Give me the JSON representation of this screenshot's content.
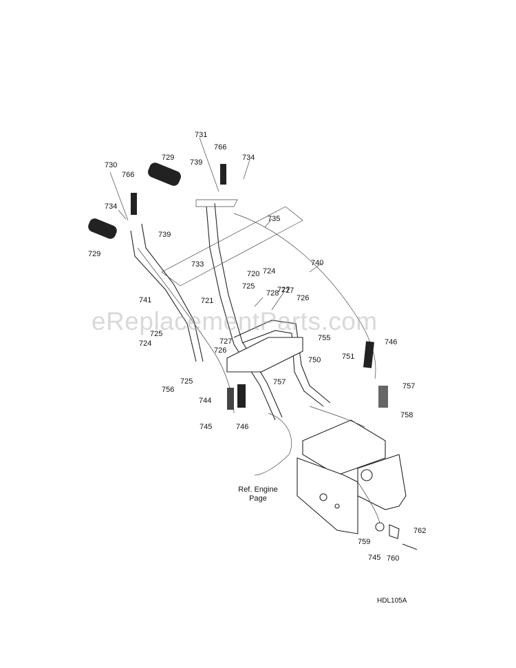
{
  "watermark": "eReplacementParts.com",
  "drawing_code": "HDL105A",
  "reference_note": "Ref. Engine\nPage",
  "part_labels": [
    "731",
    "766",
    "734",
    "730",
    "729",
    "739",
    "766",
    "734",
    "735",
    "739",
    "729",
    "733",
    "740",
    "720",
    "724",
    "725",
    "727",
    "728",
    "727",
    "726",
    "741",
    "721",
    "725",
    "724",
    "727",
    "726",
    "755",
    "746",
    "751",
    "750",
    "757",
    "725",
    "756",
    "757",
    "744",
    "746",
    "745",
    "758",
    "762",
    "759",
    "745",
    "760"
  ]
}
